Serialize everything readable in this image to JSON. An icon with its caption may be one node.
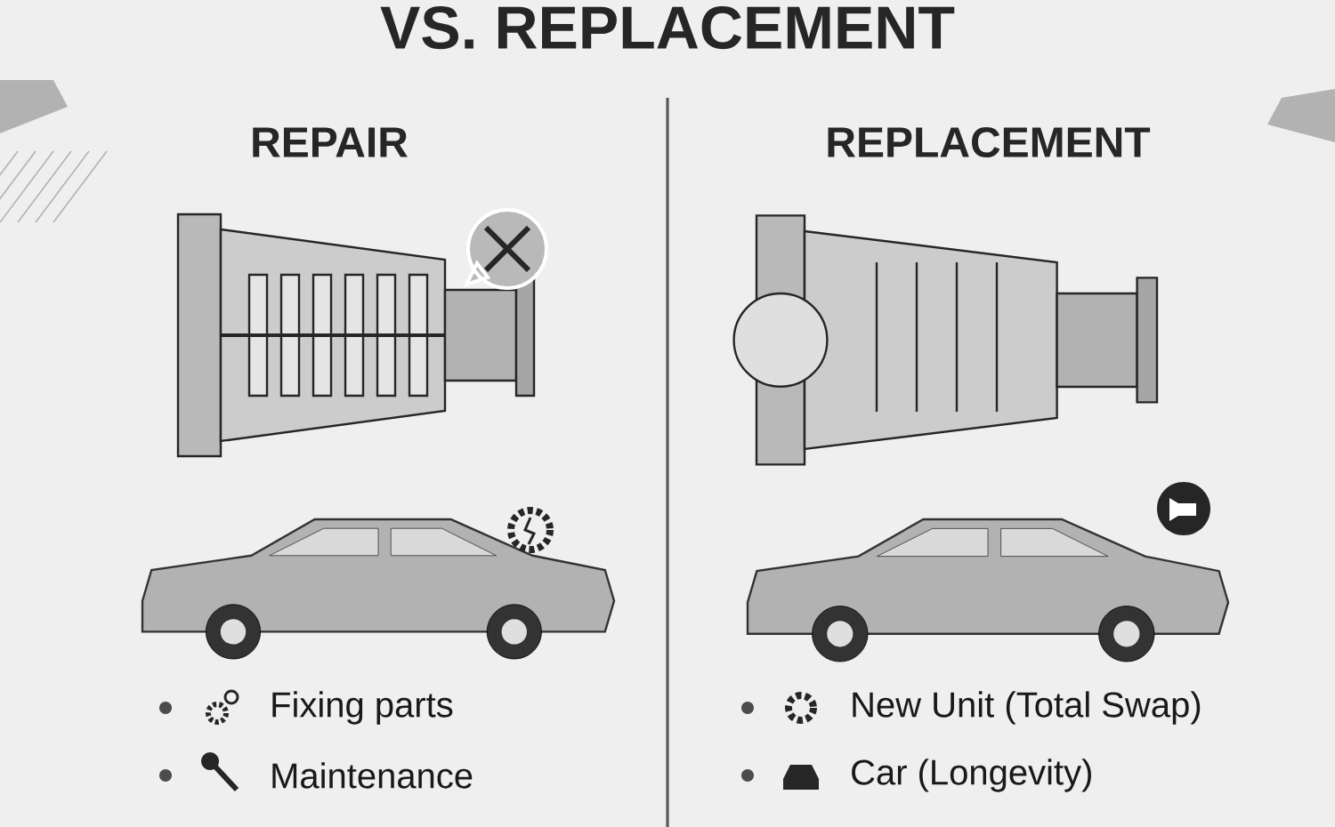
{
  "diagram": {
    "title": "VS. REPLACEMENT",
    "labels": [
      "REPAIR",
      "REPLACEMENT",
      "Fixing parts",
      "New Unit (Total Swap)",
      "Maintenance",
      "Car (Longevity)"
    ]
  }
}
